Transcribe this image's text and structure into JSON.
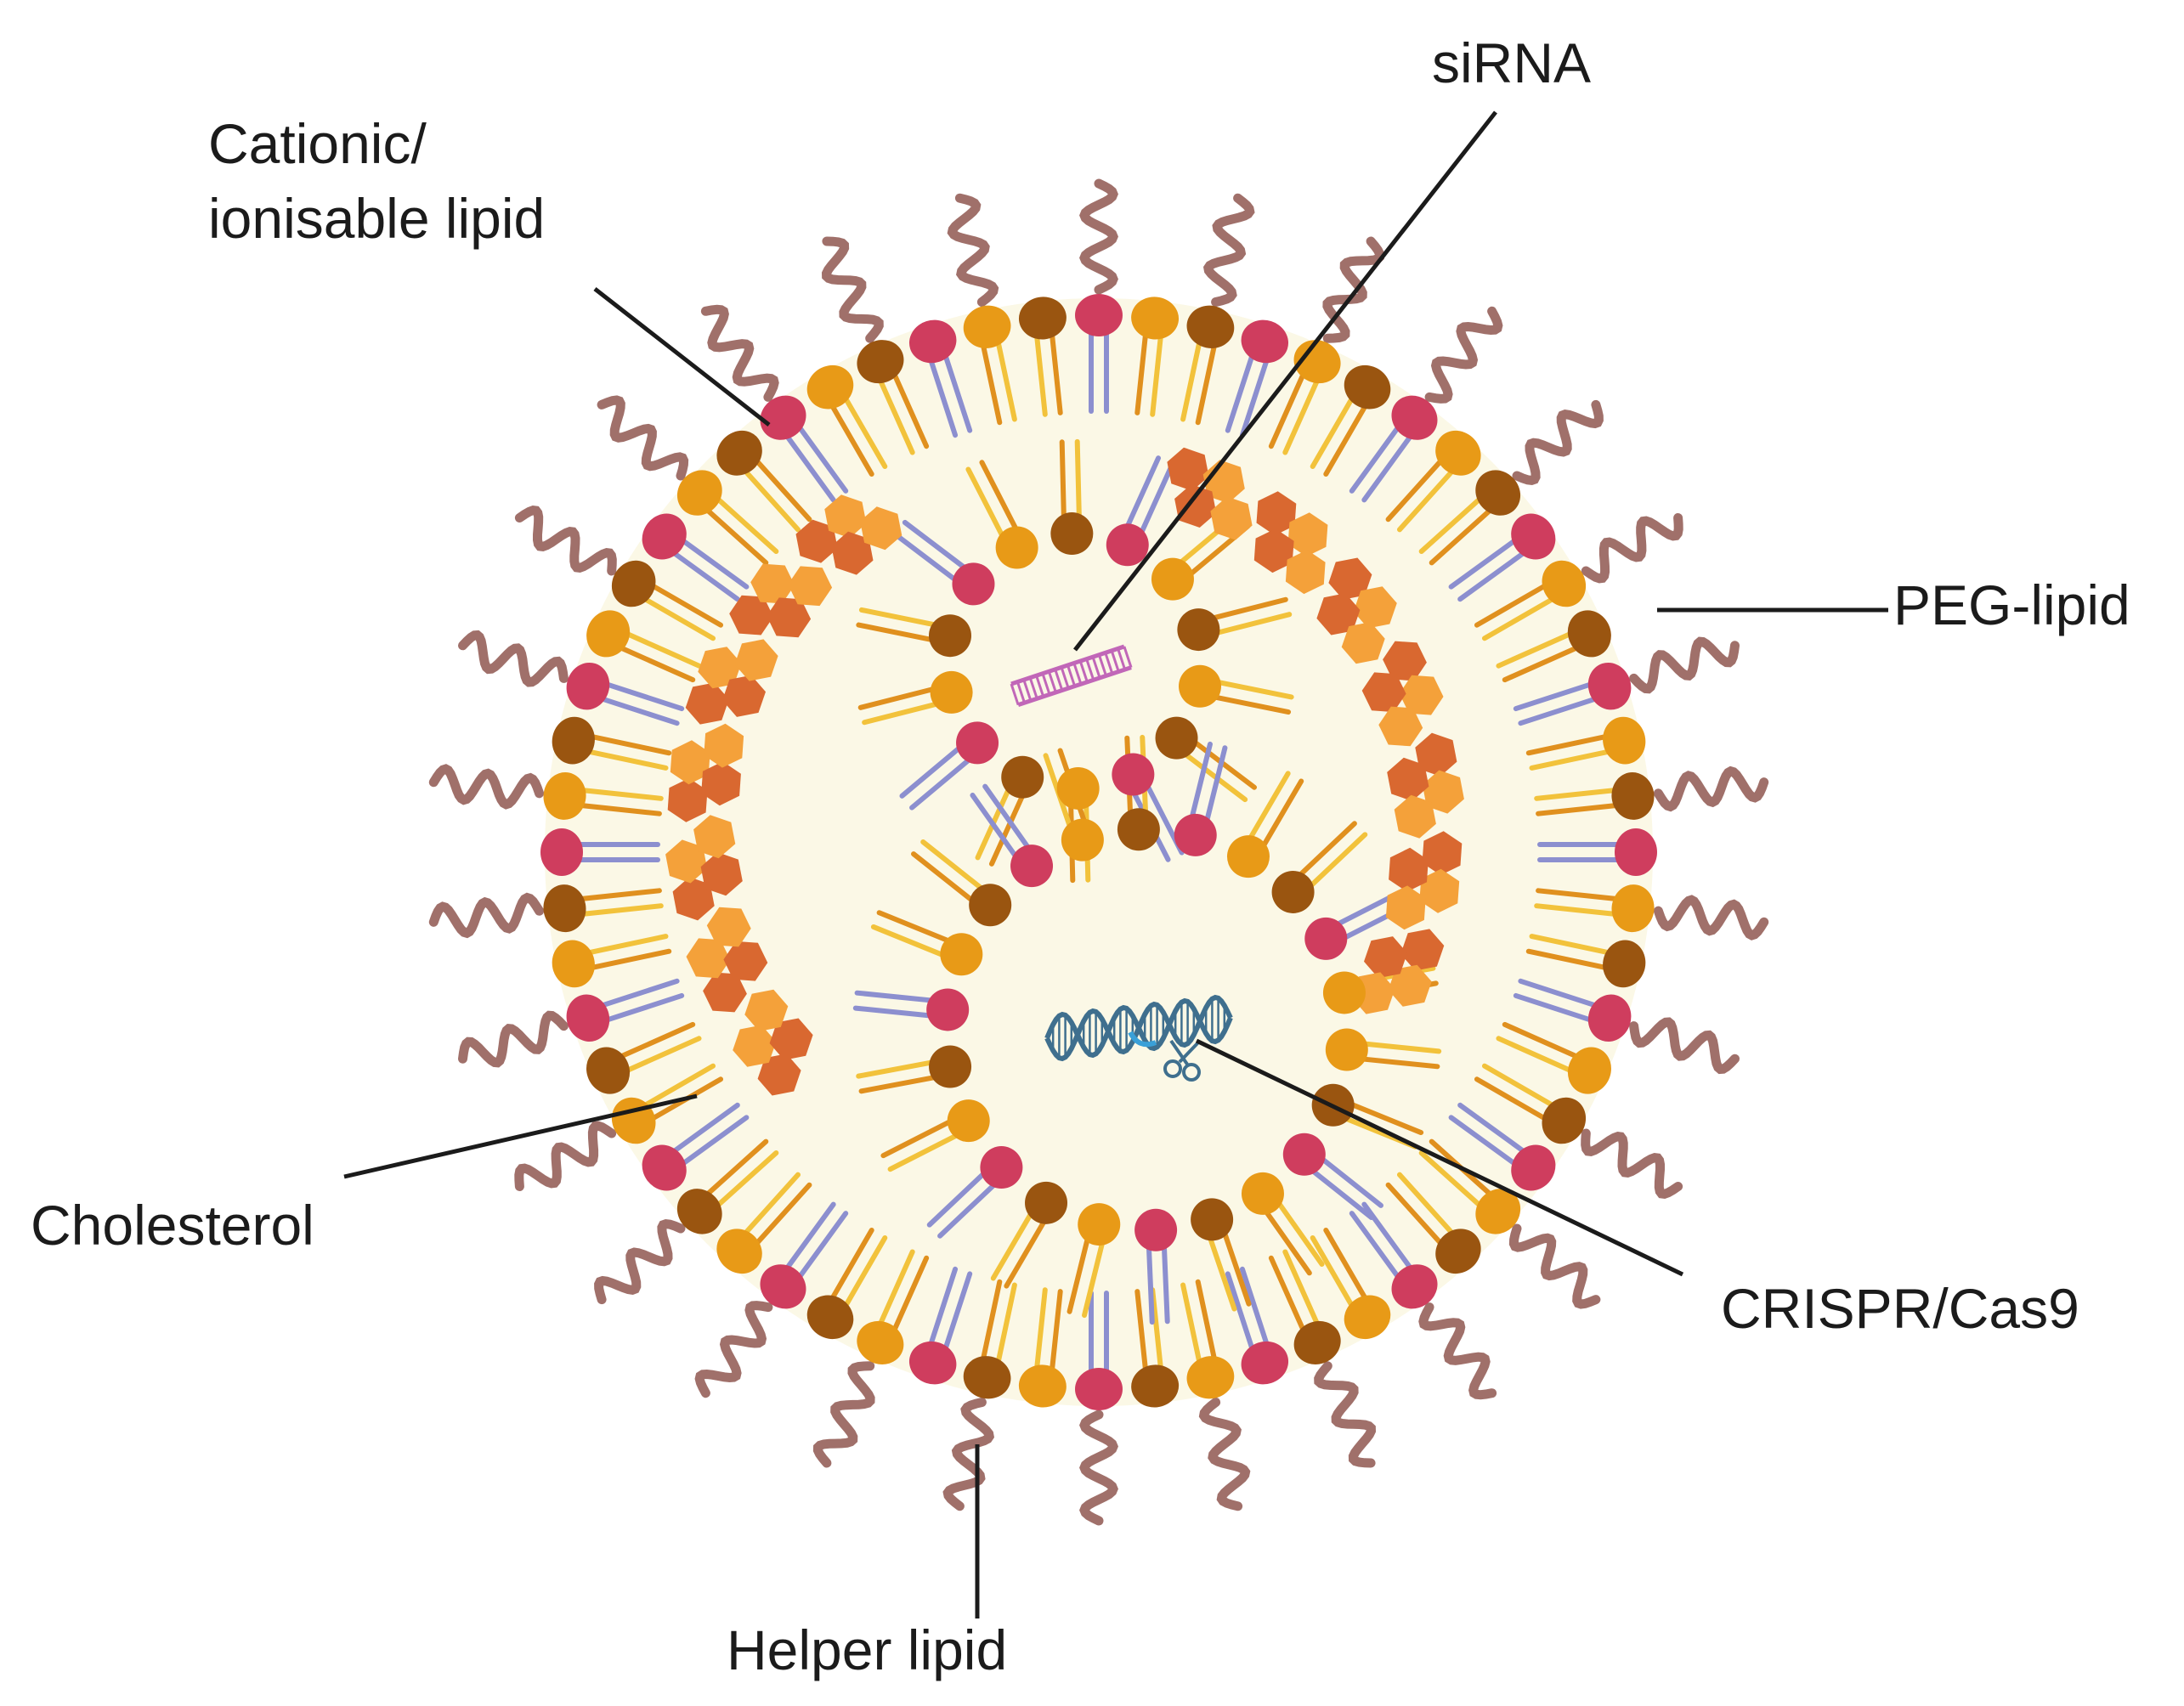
{
  "labels": {
    "cationic_line1": "Cationic/",
    "cationic_line2": "ionisable lipid",
    "sirna": "siRNA",
    "peg_lipid": "PEG-lipid",
    "cholesterol": "Cholesterol",
    "crispr": "CRISPR/Cas9",
    "helper_lipid": "Helper lipid"
  },
  "colors": {
    "interior": "#fbf8e6",
    "cationic_head": "#cf3d5e",
    "helper_head": "#e89a17",
    "peg_head": "#9a5510",
    "peg_chain": "#a0706a",
    "cholesterol_dark": "#d96830",
    "cholesterol_light": "#f4a13a",
    "tail_yellow": "#f2c23b",
    "tail_orange": "#e0901e",
    "tail_lavender": "#8c8fcf",
    "sirna": "#c167b8",
    "dna": "#3f6f8e",
    "dna_accent": "#3aa0d8",
    "leader": "#1b1b1b"
  }
}
